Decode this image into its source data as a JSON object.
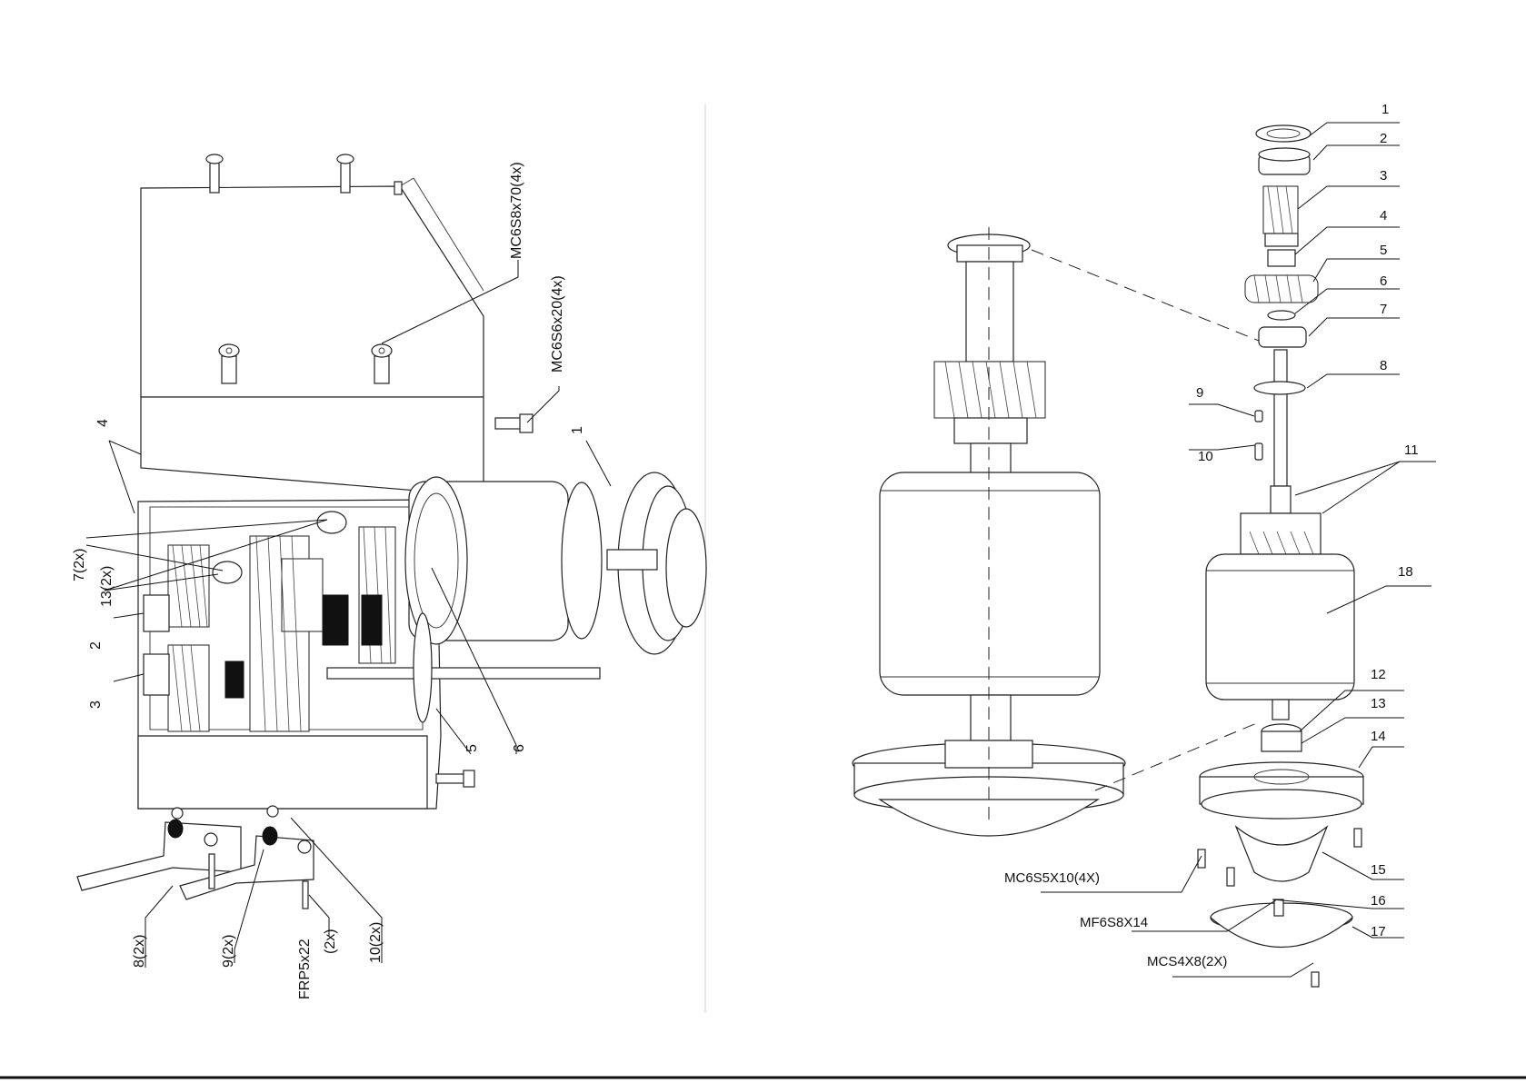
{
  "left_view": {
    "labels": {
      "screw_top": "MC6S8x70(4x)",
      "screw_side": "MC6S6x20(4x)",
      "l1": "1",
      "l4": "4",
      "l7": "7(2x)",
      "l13": "13(2x)",
      "l2": "2",
      "l3": "3",
      "l5": "5",
      "l6": "6",
      "l8": "8(2x)",
      "l9": "9(2x)",
      "frp_a": "FRP5x22",
      "frp_b": "(2x)",
      "l10": "10(2x)"
    }
  },
  "right_view": {
    "labels": {
      "r1": "1",
      "r2": "2",
      "r3": "3",
      "r4": "4",
      "r5": "5",
      "r6": "6",
      "r7": "7",
      "r8": "8",
      "r9": "9",
      "r10": "10",
      "r11": "11",
      "r18": "18",
      "r12": "12",
      "r13": "13",
      "r14": "14",
      "r15": "15",
      "r16": "16",
      "r17": "17",
      "mc6s5": "MC6S5X10(4X)",
      "mf6s8": "MF6S8X14",
      "mcs4x8": "MCS4X8(2X)"
    }
  }
}
